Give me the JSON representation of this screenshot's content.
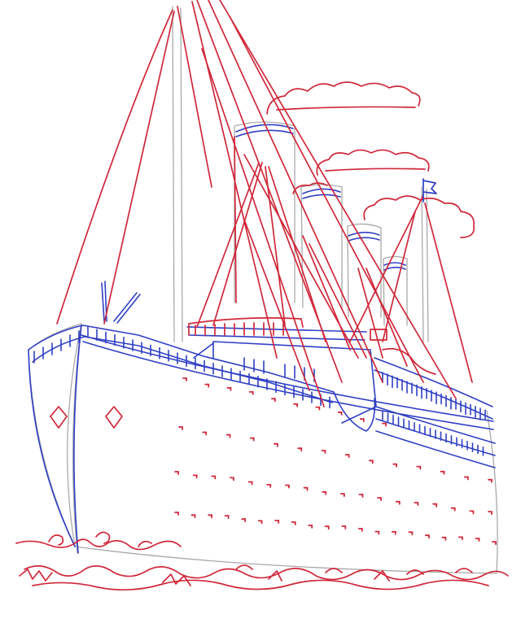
{
  "colors": {
    "paper": "#ffffff",
    "pencil": "#a9a9a9",
    "red_ink": "#d0283a",
    "blue_ink": "#2f3fc4"
  },
  "scene": {
    "subject": "ocean-liner-sketch",
    "funnels": 4,
    "masts": 2,
    "portholes_per_row": [
      10,
      14,
      18,
      20
    ]
  }
}
